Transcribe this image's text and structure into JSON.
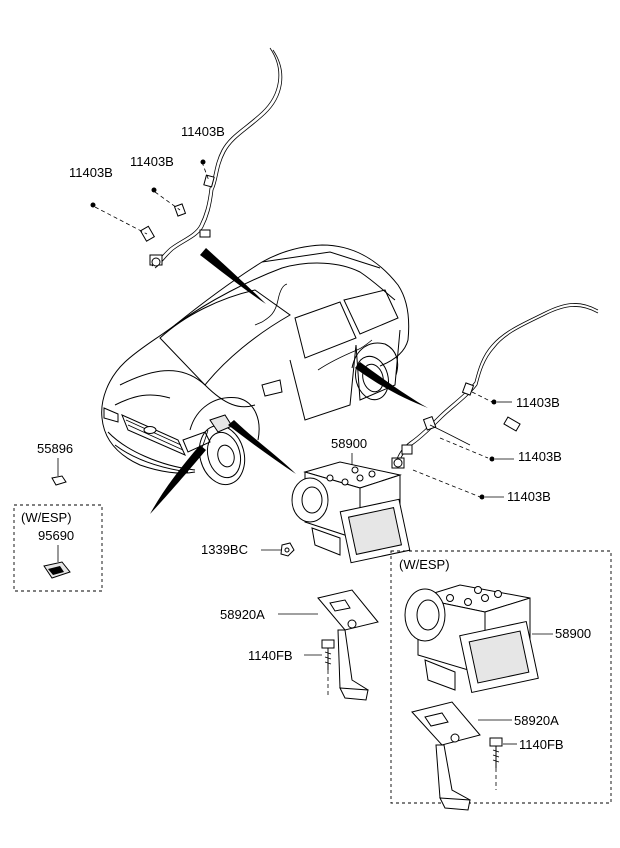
{
  "parts": {
    "sensor_wire_upper_left_a": "11403B",
    "sensor_wire_upper_left_b": "11403B",
    "sensor_wire_upper_left_c": "11403B",
    "sensor_wire_right_a": "11403B",
    "sensor_wire_right_b": "11403B",
    "sensor_wire_right_c": "11403B",
    "sensor_left": "55896",
    "esp_box_left_title": "(W/ESP)",
    "esp_sensor": "95690",
    "hecu_main": "58900",
    "nut": "1339BC",
    "bracket_main": "58920A",
    "bolt_main": "1140FB",
    "esp_box_right_title": "(W/ESP)",
    "hecu_esp": "58900",
    "bracket_esp": "58920A",
    "bolt_esp": "1140FB"
  }
}
